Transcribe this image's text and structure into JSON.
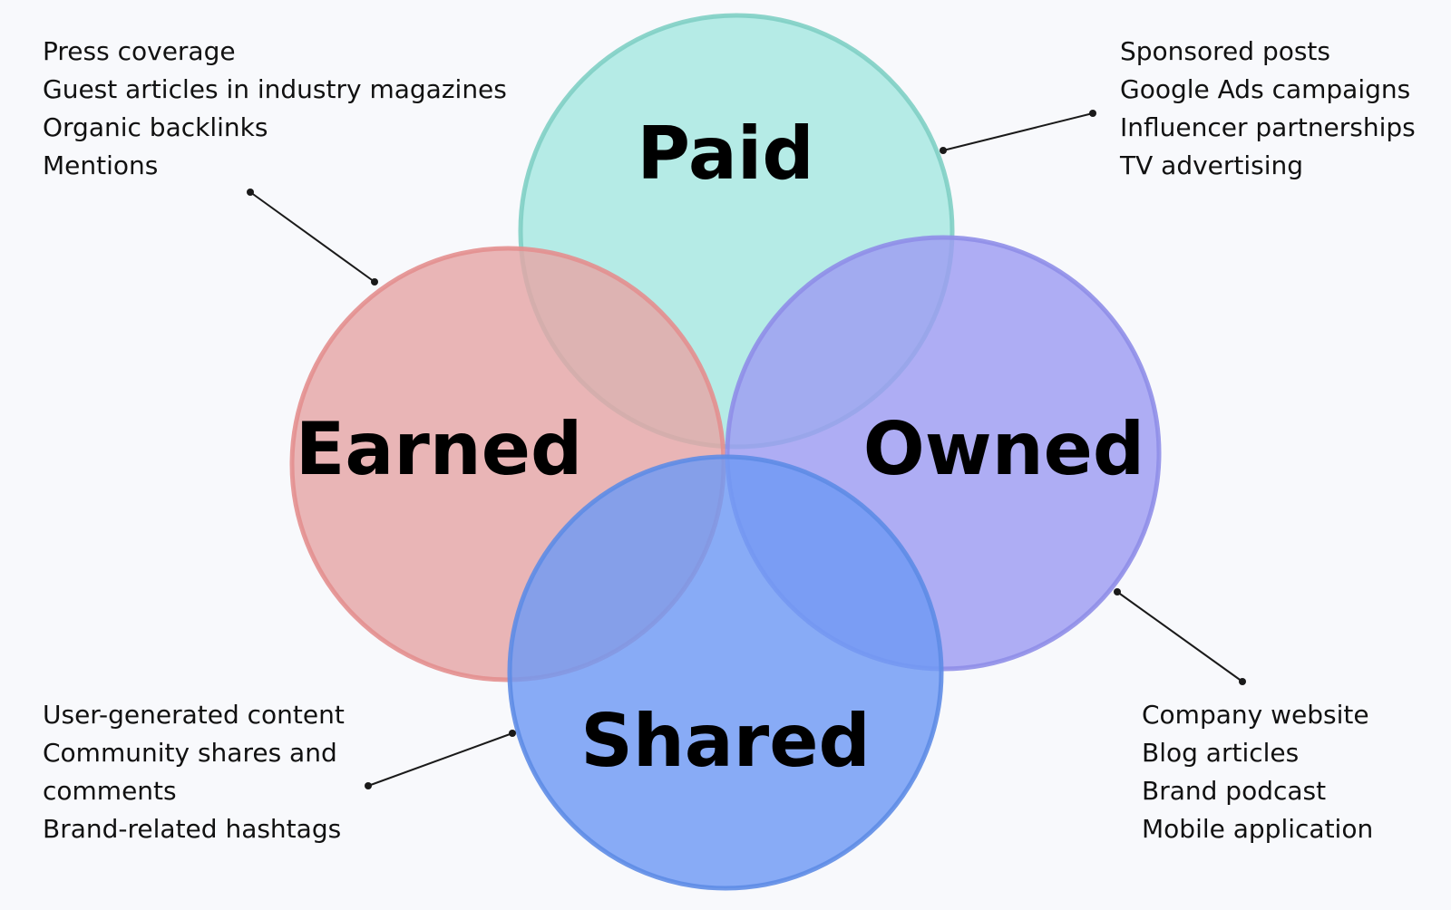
{
  "colors": {
    "background": "#f8f9fc",
    "paid_fill": "#a6e8e0",
    "paid_stroke": "#7fcfc4",
    "earned_fill": "#e5a6a6",
    "earned_stroke": "#e38f8f",
    "owned_fill": "#9d9cf1",
    "owned_stroke": "#8f8ee8",
    "shared_fill": "#6f9af4",
    "shared_stroke": "#5e8ce6",
    "connector": "#1a1a1a"
  },
  "circles": {
    "paid": {
      "label": "Paid"
    },
    "earned": {
      "label": "Earned"
    },
    "owned": {
      "label": "Owned"
    },
    "shared": {
      "label": "Shared"
    }
  },
  "lists": {
    "earned": [
      "Press coverage",
      "Guest articles in industry magazines",
      "Organic backlinks",
      "Mentions"
    ],
    "paid": [
      "Sponsored posts",
      "Google Ads campaigns",
      "Influencer partnerships",
      "TV advertising"
    ],
    "shared": [
      "User-generated content",
      "Community shares and",
      "comments",
      "Brand-related hashtags"
    ],
    "owned": [
      "Company website",
      "Blog articles",
      "Brand podcast",
      "Mobile application"
    ]
  }
}
